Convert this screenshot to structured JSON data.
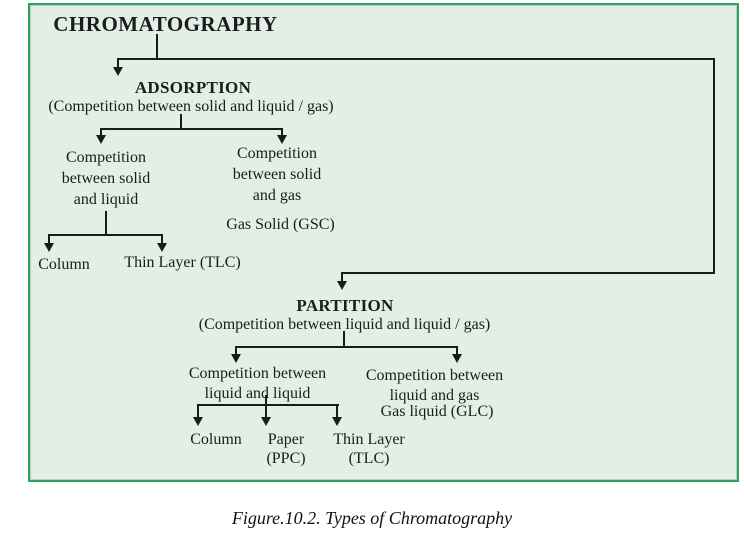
{
  "colors": {
    "frame_border": "#2fa265",
    "frame_fill": "#e2efe6",
    "line": "#1a1a1a",
    "text": "#1c1c1c"
  },
  "diagram": {
    "root": {
      "label": "CHROMATOGRAPHY"
    },
    "adsorption": {
      "title": "ADSORPTION",
      "criterion": "(Competition between solid and liquid / gas)",
      "solid_liquid": {
        "label": "Competition\nbetween solid\nand liquid",
        "children": [
          "Column",
          "Thin Layer (TLC)"
        ]
      },
      "solid_gas": {
        "label": "Competition\nbetween solid\nand gas",
        "type_label": "Gas Solid (GSC)"
      }
    },
    "partition": {
      "title": "PARTITION",
      "criterion": "(Competition between liquid and liquid / gas)",
      "liquid_liquid": {
        "label": "Competition between\nliquid and liquid",
        "children": [
          "Column",
          "Paper\n(PPC)",
          "Thin Layer\n(TLC)"
        ]
      },
      "liquid_gas": {
        "label": "Competition between\nliquid and gas",
        "type_label": "Gas liquid (GLC)"
      }
    },
    "caption": "Figure.10.2. Types of Chromatography"
  }
}
